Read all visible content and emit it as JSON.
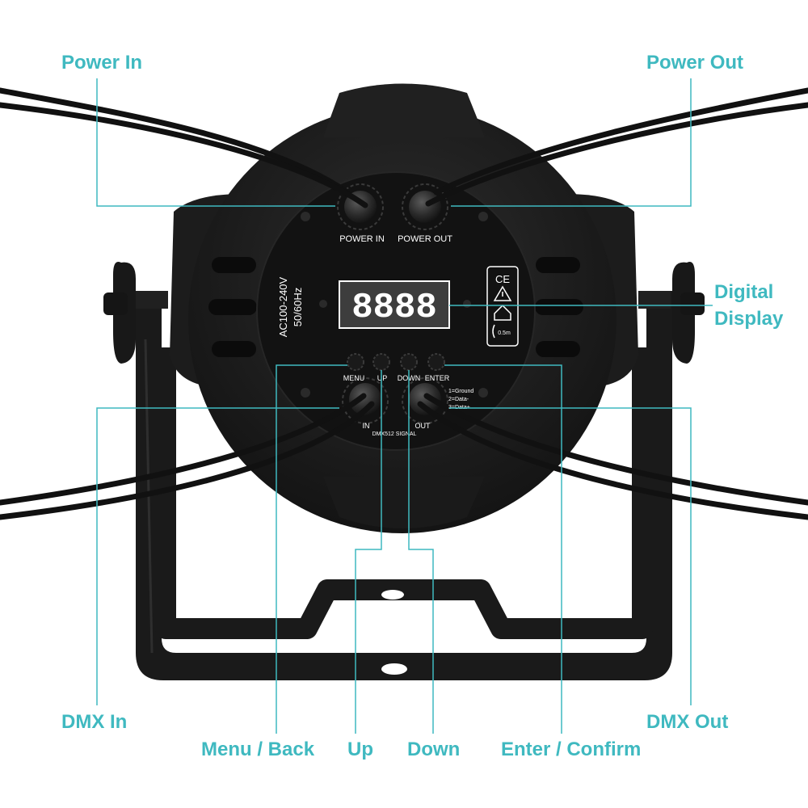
{
  "callouts": {
    "power_in": "Power In",
    "power_out": "Power Out",
    "digital_display_line1": "Digital",
    "digital_display_line2": "Display",
    "dmx_in": "DMX In",
    "dmx_out": "DMX Out",
    "menu_back": "Menu / Back",
    "up": "Up",
    "down": "Down",
    "enter_confirm": "Enter / Confirm"
  },
  "panel": {
    "power_in_label": "POWER IN",
    "power_out_label": "POWER OUT",
    "voltage": "AC100-240V",
    "frequency": "50/60Hz",
    "display_readout": "8888",
    "btn_menu": "MENU",
    "btn_up": "UP",
    "btn_down": "DOWN",
    "btn_enter": "ENTER",
    "dmx_in_label": "IN",
    "dmx_out_label": "OUT",
    "dmx_signal": "DMX512 SIGNAL",
    "pin1": "1=Ground",
    "pin2": "2=Data-",
    "pin3": "3=Data+",
    "ce_mark": "CE",
    "distance": "0.5m"
  },
  "colors": {
    "callout": "#3fb9c0",
    "body": "#1c1c1c",
    "panel_text": "#ffffff"
  },
  "icons": [
    "ce-mark-icon",
    "warning-icon",
    "indoor-use-icon",
    "distance-icon"
  ]
}
